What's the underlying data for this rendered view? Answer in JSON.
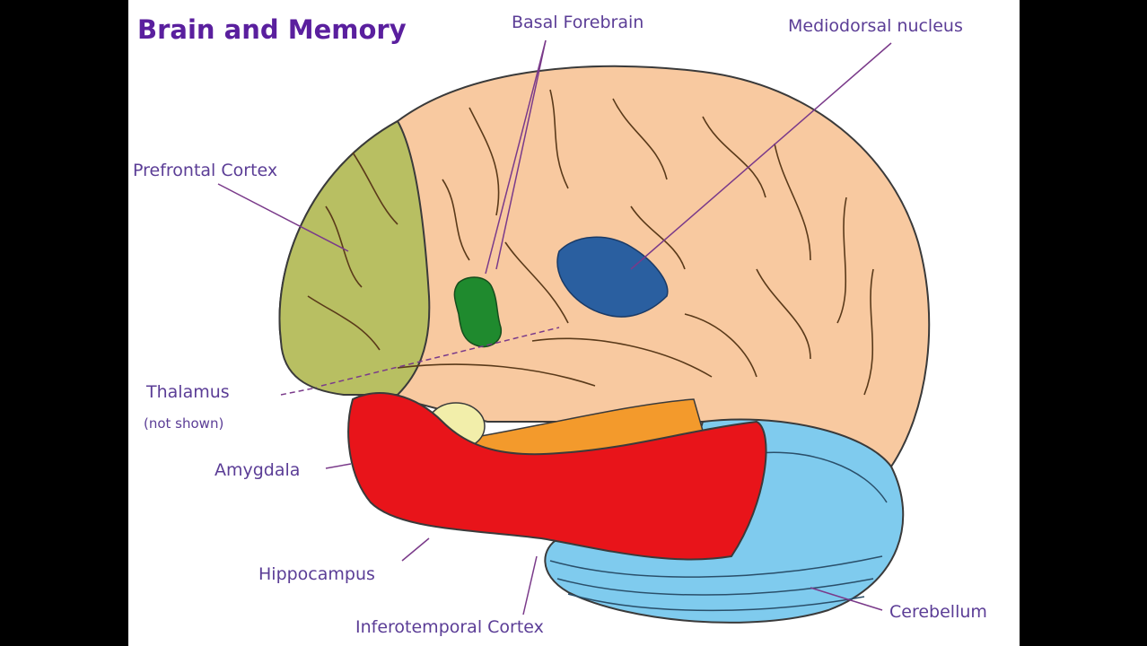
{
  "title": "Brain and Memory",
  "labels": {
    "basal_forebrain": "Basal Forebrain",
    "mediodorsal_nucleus": "Mediodorsal nucleus",
    "prefrontal_cortex": "Prefrontal Cortex",
    "thalamus": "Thalamus",
    "thalamus_note": "(not shown)",
    "amygdala": "Amygdala",
    "hippocampus": "Hippocampus",
    "inferotemporal_cortex": "Inferotemporal Cortex",
    "cerebellum": "Cerebellum"
  },
  "colors": {
    "text": "#5b3d96",
    "title": "#5a1f9e",
    "brain": "#f8c9a0",
    "prefrontal": "#b8bf62",
    "basal_forebrain": "#1f8a2e",
    "mediodorsal": "#2a5fa0",
    "amygdala": "#f2eeaa",
    "hippocampus_orange": "#f39a2c",
    "inferotemporal": "#e8141a",
    "cerebellum": "#7fcbee"
  }
}
